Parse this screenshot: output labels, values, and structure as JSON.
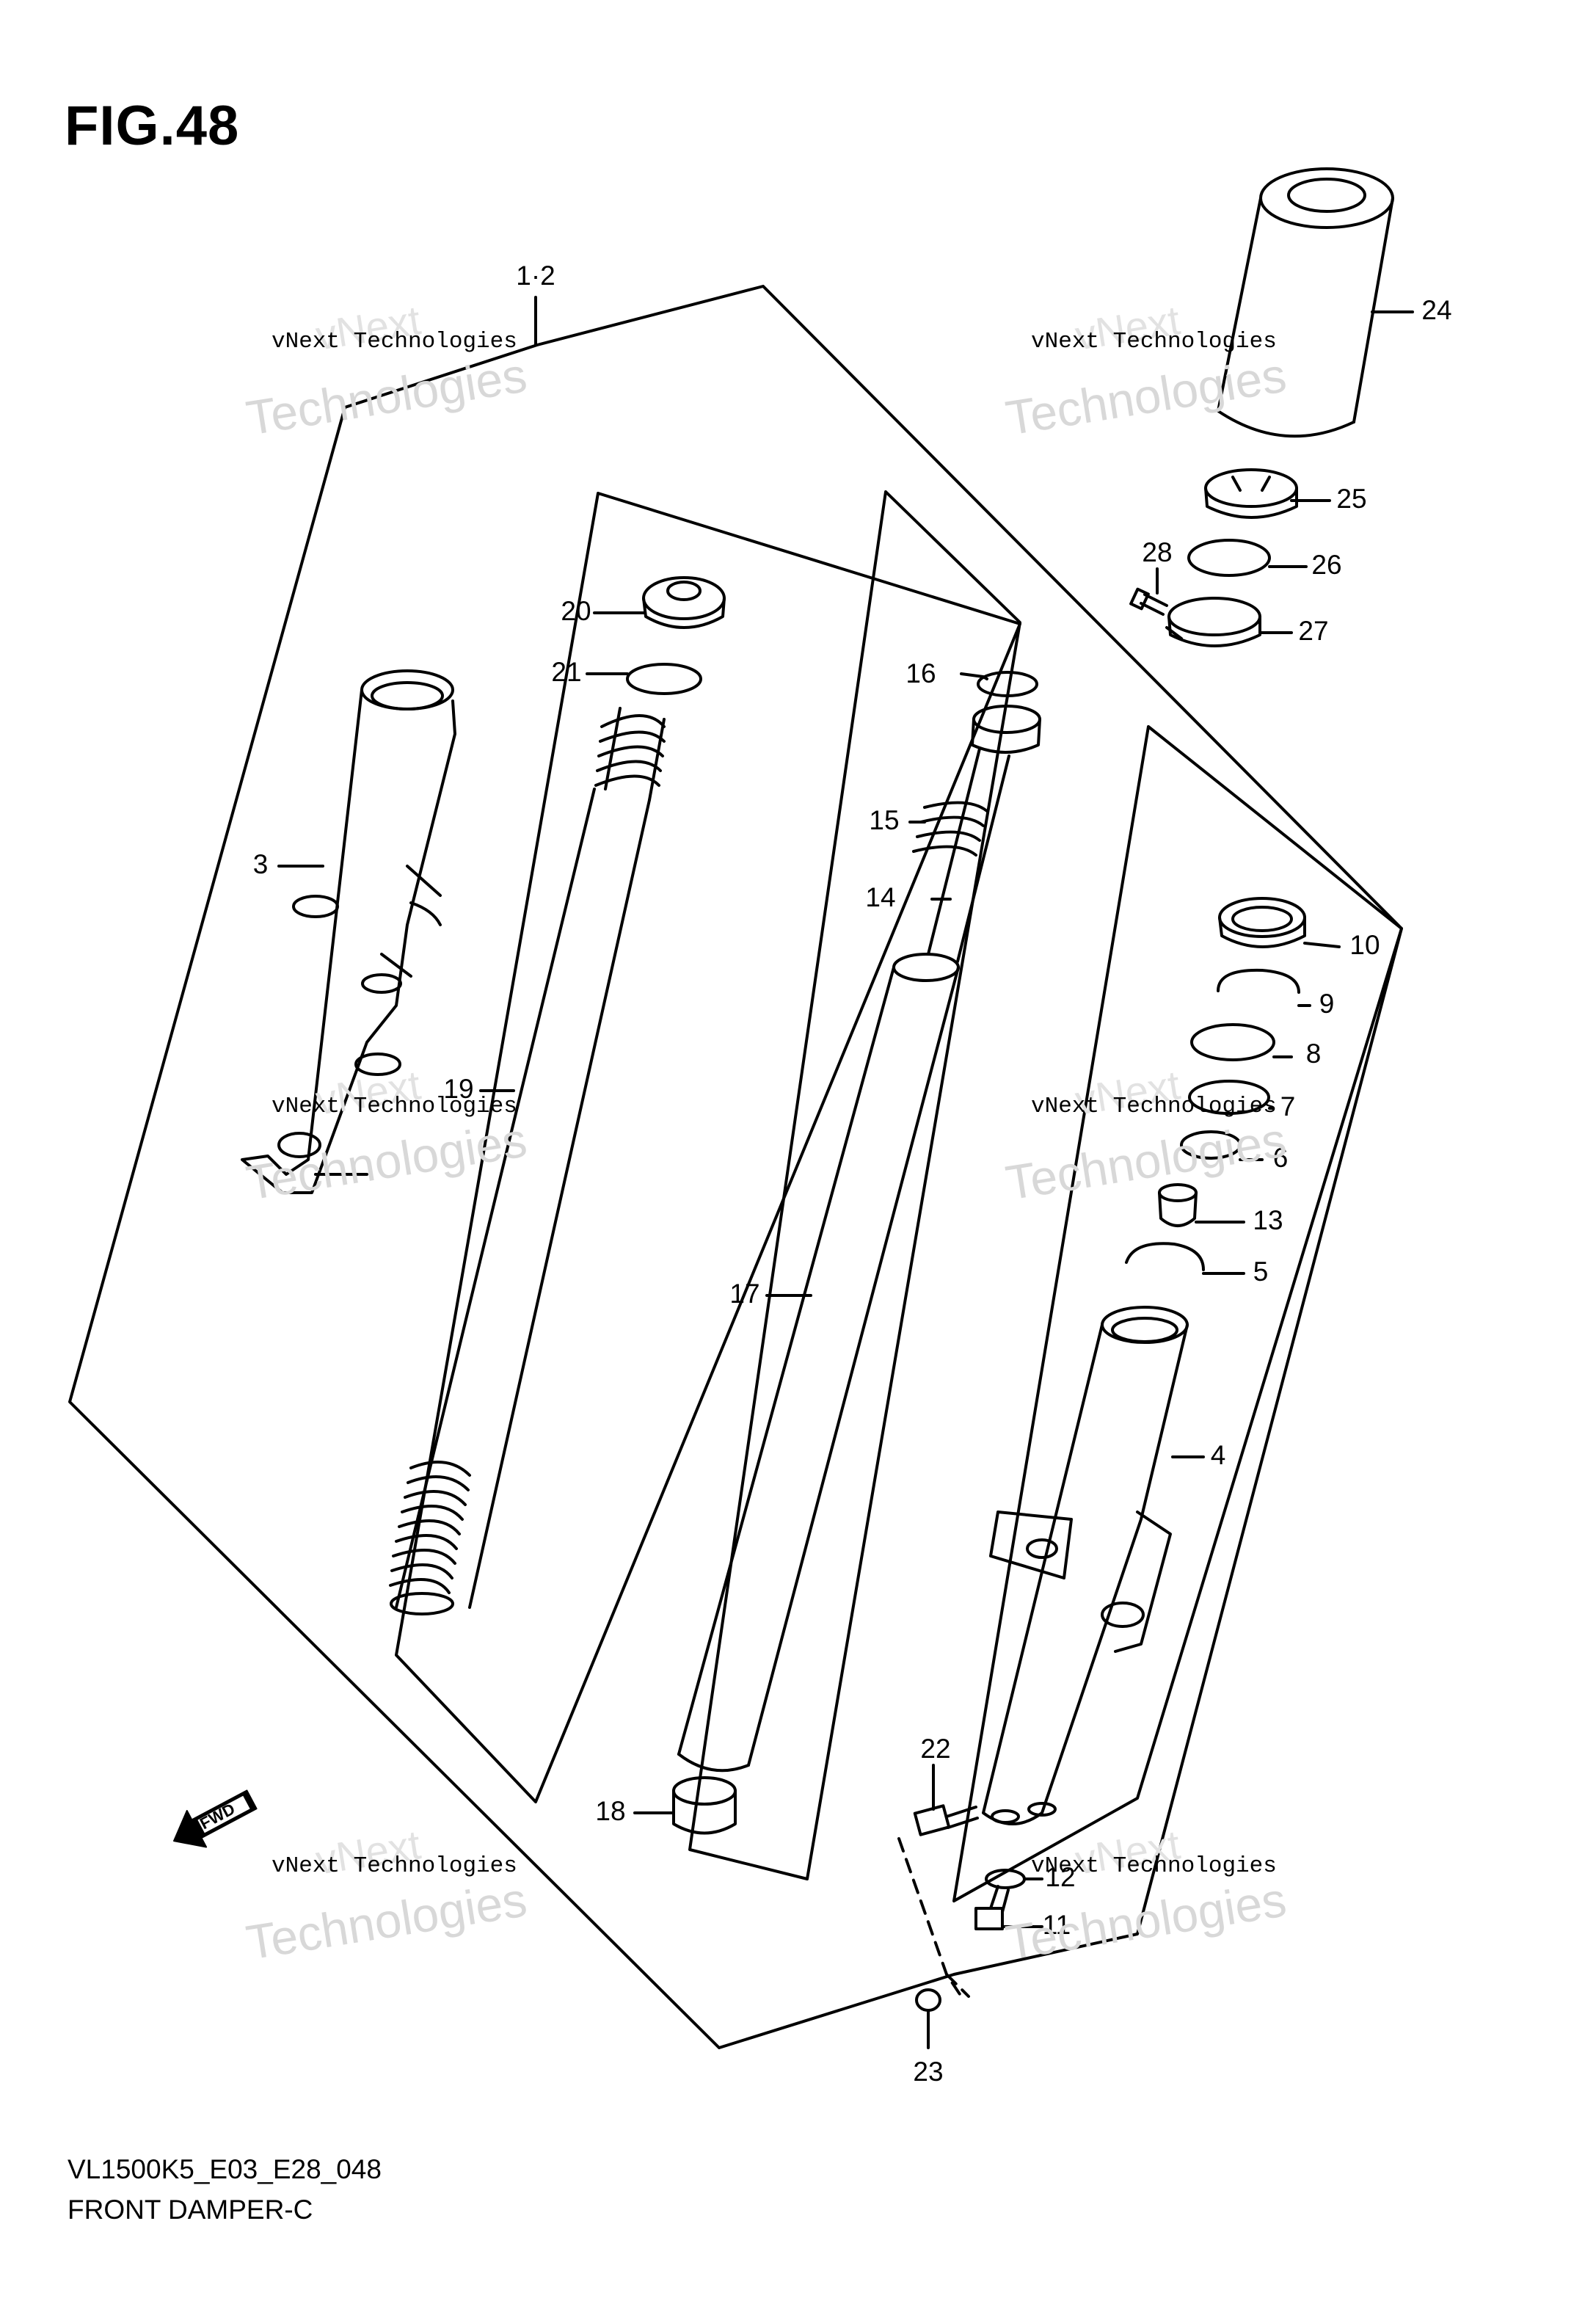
{
  "figure": {
    "title": "FIG.48",
    "model_code": "VL1500K5_E03_E28_048",
    "diagram_name": "FRONT DAMPER-C"
  },
  "watermark": {
    "company_line": "vNext Technologies",
    "overlay_word": "Technologies",
    "brand_word": "vNext"
  },
  "callouts": [
    "1·2",
    "3",
    "4",
    "5",
    "6",
    "7",
    "8",
    "9",
    "10",
    "11",
    "12",
    "13",
    "14",
    "15",
    "16",
    "17",
    "18",
    "19",
    "20",
    "21",
    "22",
    "23",
    "24",
    "25",
    "26",
    "27",
    "28"
  ],
  "fwd_label": "FWD"
}
